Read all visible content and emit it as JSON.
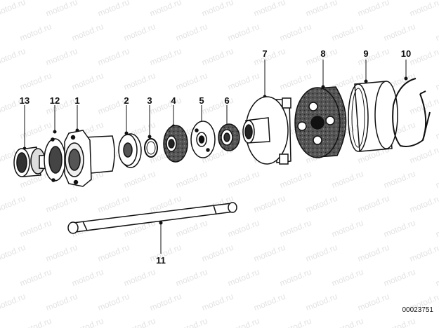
{
  "watermark_text": "motod.ru",
  "reference_code": "00023751",
  "callouts": [
    "13",
    "12",
    "1",
    "2",
    "3",
    "4",
    "5",
    "6",
    "7",
    "8",
    "9",
    "10",
    "11"
  ],
  "colors": {
    "ink": "#111111",
    "watermark": "#e3e3e3"
  }
}
